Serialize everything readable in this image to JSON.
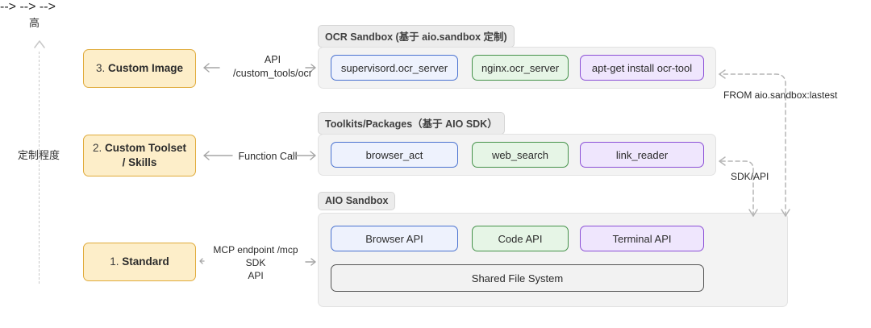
{
  "axis": {
    "top_label": "高",
    "side_label": "定制程度"
  },
  "stages": [
    {
      "num": "3.",
      "name": "Custom Image",
      "line2": ""
    },
    {
      "num": "2.",
      "name": "Custom Toolset",
      "line2": "/ Skills"
    },
    {
      "num": "1.",
      "name": "Standard",
      "line2": ""
    }
  ],
  "connectors": {
    "custom_image": {
      "line1": "API",
      "line2": "/custom_tools/ocr"
    },
    "toolset": {
      "line1": "Function Call"
    },
    "standard": {
      "line1": "MCP endpoint /mcp",
      "line2": "SDK",
      "line3": "API"
    }
  },
  "groups": [
    {
      "label": "OCR Sandbox (基于 aio.sandbox 定制)",
      "items": [
        {
          "text": "supervisord.ocr_server",
          "color": "blue"
        },
        {
          "text": "nginx.ocr_server",
          "color": "green"
        },
        {
          "text": "apt-get install ocr-tool",
          "color": "purple"
        }
      ]
    },
    {
      "label": "Toolkits/Packages（基于 AIO SDK）",
      "items": [
        {
          "text": "browser_act",
          "color": "blue"
        },
        {
          "text": "web_search",
          "color": "green"
        },
        {
          "text": "link_reader",
          "color": "purple"
        }
      ]
    },
    {
      "label": "AIO Sandbox",
      "items": [
        {
          "text": "Browser API",
          "color": "blue"
        },
        {
          "text": "Code API",
          "color": "green"
        },
        {
          "text": "Terminal API",
          "color": "purple"
        }
      ],
      "footer": {
        "text": "Shared File System",
        "color": "gray"
      }
    }
  ],
  "annotations": {
    "from_image": "FROM aio.sandbox:lastest",
    "sdk_api": "SDK/API"
  },
  "colors": {
    "yellow_fill": "#fdeec9",
    "yellow_border": "#e0ab3b",
    "blue_fill": "#eef2fd",
    "blue_border": "#4a72d0",
    "green_fill": "#e6f5e6",
    "green_border": "#45924a",
    "purple_fill": "#efe6fd",
    "purple_border": "#8b4fd6",
    "gray_fill": "#f2f2f2",
    "gray_border": "#555555",
    "group_fill": "#f3f3f3",
    "arrow_gray": "#a6a6a6"
  }
}
